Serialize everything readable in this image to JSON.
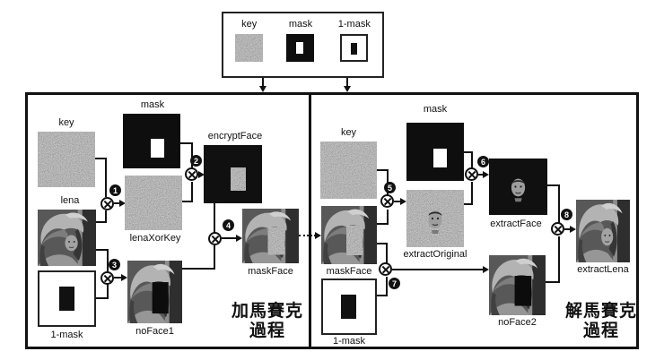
{
  "colors": {
    "ink": "#111111",
    "background": "#ffffff",
    "noise_gray": "#6e6e6e"
  },
  "legend": {
    "items": [
      {
        "label": "key"
      },
      {
        "label": "mask"
      },
      {
        "label": "1-mask"
      }
    ]
  },
  "encrypt": {
    "title_line1": "加馬賽克",
    "title_line2": "過程",
    "labels": {
      "key": "key",
      "mask": "mask",
      "lena": "lena",
      "inv_mask": "1-mask",
      "lena_xor_key": "lenaXorKey",
      "encrypt_face": "encryptFace",
      "no_face1": "noFace1",
      "mask_face": "maskFace"
    },
    "steps": {
      "s1": "1",
      "s2": "2",
      "s3": "3",
      "s4": "4"
    }
  },
  "decrypt": {
    "title_line1": "解馬賽克",
    "title_line2": "過程",
    "labels": {
      "key": "key",
      "mask": "mask",
      "mask_face": "maskFace",
      "inv_mask": "1-mask",
      "extract_original": "extractOriginal",
      "extract_face": "extractFace",
      "no_face2": "noFace2",
      "extract_lena": "extractLena"
    },
    "steps": {
      "s5": "5",
      "s6": "6",
      "s7": "7",
      "s8": "8"
    }
  }
}
